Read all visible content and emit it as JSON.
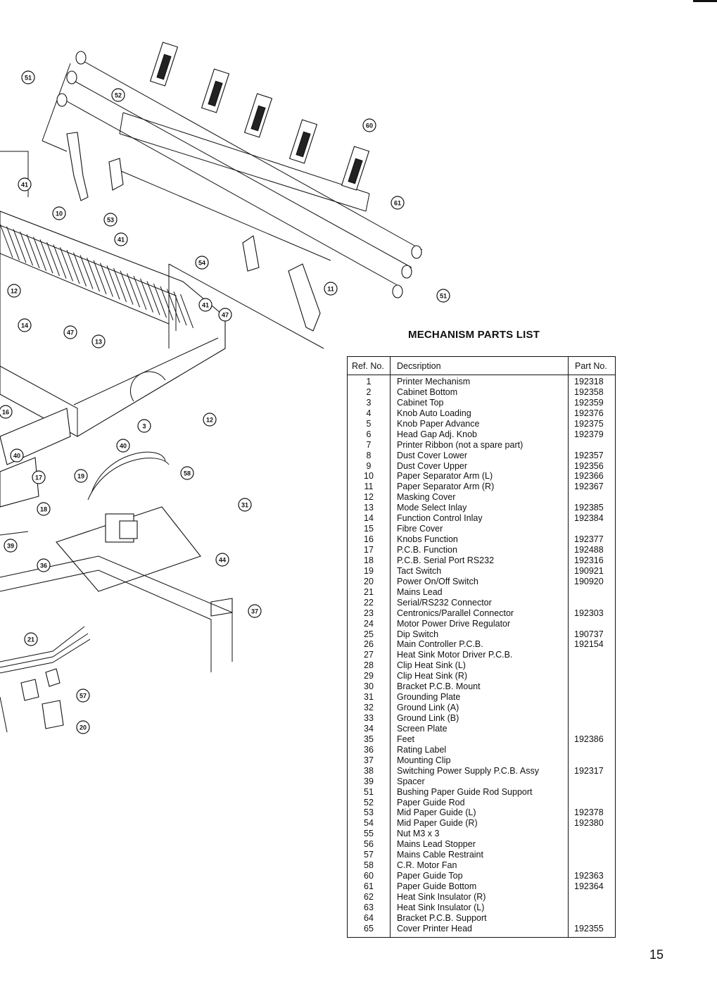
{
  "page": {
    "number": "15"
  },
  "parts_list": {
    "title": "MECHANISM PARTS LIST",
    "headers": {
      "ref": "Ref. No.",
      "desc": "Decsription",
      "part": "Part No."
    },
    "rows": [
      {
        "ref": "1",
        "desc": "Printer Mechanism",
        "part": "192318"
      },
      {
        "ref": "2",
        "desc": "Cabinet Bottom",
        "part": "192358"
      },
      {
        "ref": "3",
        "desc": "Cabinet Top",
        "part": "192359"
      },
      {
        "ref": "4",
        "desc": "Knob Auto Loading",
        "part": "192376"
      },
      {
        "ref": "5",
        "desc": "Knob Paper Advance",
        "part": "192375"
      },
      {
        "ref": "6",
        "desc": "Head Gap Adj. Knob",
        "part": "192379"
      },
      {
        "ref": "7",
        "desc": "Printer Ribbon (not a spare part)",
        "part": ""
      },
      {
        "ref": "8",
        "desc": "Dust Cover Lower",
        "part": "192357"
      },
      {
        "ref": "9",
        "desc": "Dust Cover Upper",
        "part": "192356"
      },
      {
        "ref": "10",
        "desc": "Paper Separator Arm (L)",
        "part": "192366"
      },
      {
        "ref": "11",
        "desc": "Paper Separator Arm (R)",
        "part": "192367"
      },
      {
        "ref": "12",
        "desc": "Masking Cover",
        "part": ""
      },
      {
        "ref": "13",
        "desc": "Mode Select Inlay",
        "part": "192385"
      },
      {
        "ref": "14",
        "desc": "Function Control Inlay",
        "part": "192384"
      },
      {
        "ref": "15",
        "desc": "Fibre Cover",
        "part": ""
      },
      {
        "ref": "16",
        "desc": "Knobs Function",
        "part": "192377"
      },
      {
        "ref": "17",
        "desc": "P.C.B. Function",
        "part": "192488"
      },
      {
        "ref": "18",
        "desc": "P.C.B. Serial Port RS232",
        "part": "192316"
      },
      {
        "ref": "19",
        "desc": "Tact Switch",
        "part": "190921"
      },
      {
        "ref": "20",
        "desc": "Power On/Off Switch",
        "part": "190920"
      },
      {
        "ref": "21",
        "desc": "Mains Lead",
        "part": ""
      },
      {
        "ref": "22",
        "desc": "Serial/RS232 Connector",
        "part": ""
      },
      {
        "ref": "23",
        "desc": "Centronics/Parallel Connector",
        "part": "192303"
      },
      {
        "ref": "24",
        "desc": "Motor Power Drive Regulator",
        "part": ""
      },
      {
        "ref": "25",
        "desc": "Dip Switch",
        "part": "190737"
      },
      {
        "ref": "26",
        "desc": "Main Controller P.C.B.",
        "part": "192154"
      },
      {
        "ref": "27",
        "desc": "Heat Sink Motor Driver P.C.B.",
        "part": ""
      },
      {
        "ref": "28",
        "desc": "Clip Heat Sink (L)",
        "part": ""
      },
      {
        "ref": "29",
        "desc": "Clip Heat Sink (R)",
        "part": ""
      },
      {
        "ref": "30",
        "desc": "Bracket P.C.B. Mount",
        "part": ""
      },
      {
        "ref": "31",
        "desc": "Grounding Plate",
        "part": ""
      },
      {
        "ref": "32",
        "desc": "Ground Link (A)",
        "part": ""
      },
      {
        "ref": "33",
        "desc": "Ground Link (B)",
        "part": ""
      },
      {
        "ref": "34",
        "desc": "Screen Plate",
        "part": ""
      },
      {
        "ref": "35",
        "desc": "Feet",
        "part": "192386"
      },
      {
        "ref": "36",
        "desc": "Rating Label",
        "part": ""
      },
      {
        "ref": "37",
        "desc": "Mounting Clip",
        "part": ""
      },
      {
        "ref": "38",
        "desc": "Switching Power Supply P.C.B. Assy",
        "part": "192317"
      },
      {
        "ref": "39",
        "desc": "Spacer",
        "part": ""
      },
      {
        "ref": "51",
        "desc": "Bushing Paper Guide Rod Support",
        "part": ""
      },
      {
        "ref": "52",
        "desc": "Paper Guide Rod",
        "part": ""
      },
      {
        "ref": "53",
        "desc": "Mid Paper Guide (L)",
        "part": "192378"
      },
      {
        "ref": "54",
        "desc": "Mid Paper Guide (R)",
        "part": "192380"
      },
      {
        "ref": "55",
        "desc": "Nut M3 x 3",
        "part": ""
      },
      {
        "ref": "56",
        "desc": "Mains Lead Stopper",
        "part": ""
      },
      {
        "ref": "57",
        "desc": "Mains Cable Restraint",
        "part": ""
      },
      {
        "ref": "58",
        "desc": "C.R. Motor Fan",
        "part": ""
      },
      {
        "ref": "60",
        "desc": "Paper Guide Top",
        "part": "192363"
      },
      {
        "ref": "61",
        "desc": "Paper Guide Bottom",
        "part": "192364"
      },
      {
        "ref": "62",
        "desc": "Heat Sink Insulator (R)",
        "part": ""
      },
      {
        "ref": "63",
        "desc": "Heat Sink Insulator (L)",
        "part": ""
      },
      {
        "ref": "64",
        "desc": "Bracket P.C.B. Support",
        "part": ""
      },
      {
        "ref": "65",
        "desc": "Cover Printer Head",
        "part": "192355"
      }
    ]
  },
  "diagram": {
    "callouts": [
      "51",
      "52",
      "60",
      "61",
      "41",
      "10",
      "53",
      "12",
      "41",
      "54",
      "11",
      "51",
      "14",
      "47",
      "13",
      "41",
      "47",
      "3",
      "12",
      "16",
      "40",
      "17",
      "19",
      "40",
      "58",
      "18",
      "31",
      "39",
      "36",
      "44",
      "37",
      "21",
      "57",
      "20"
    ]
  }
}
